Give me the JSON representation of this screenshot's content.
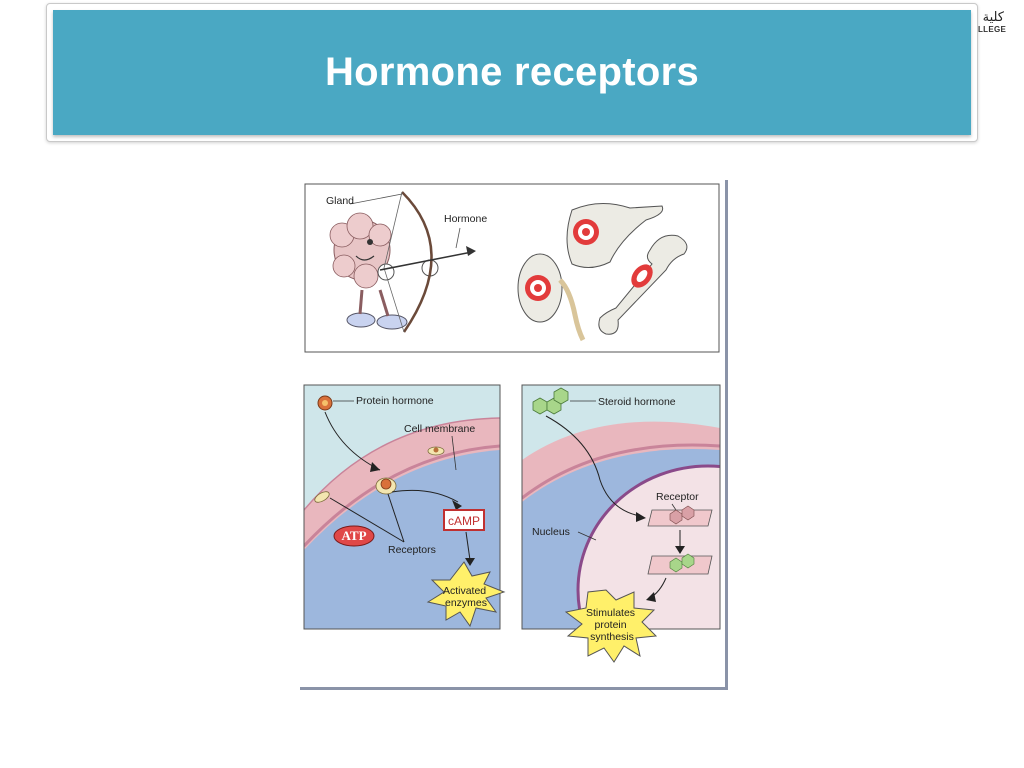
{
  "title": "Hormone receptors",
  "logo": {
    "line1": "كلية",
    "line2": "LLEGE"
  },
  "panel_top": {
    "gland_label": "Gland",
    "hormone_label": "Hormone"
  },
  "panel_protein": {
    "protein_hormone": "Protein hormone",
    "cell_membrane": "Cell membrane",
    "atp": "ATP",
    "camp": "cAMP",
    "receptors": "Receptors",
    "activated_line1": "Activated",
    "activated_line2": "enzymes"
  },
  "panel_steroid": {
    "steroid_hormone": "Steroid hormone",
    "receptor": "Receptor",
    "nucleus": "Nucleus",
    "stim_line1": "Stimulates",
    "stim_line2": "protein",
    "stim_line3": "synthesis"
  },
  "colors": {
    "title_bar": "#4aa8c3",
    "membrane": "#e9b7be",
    "cytoplasm": "#9db7dd",
    "outside": "#cfe6ea",
    "star": "#fff06a"
  }
}
